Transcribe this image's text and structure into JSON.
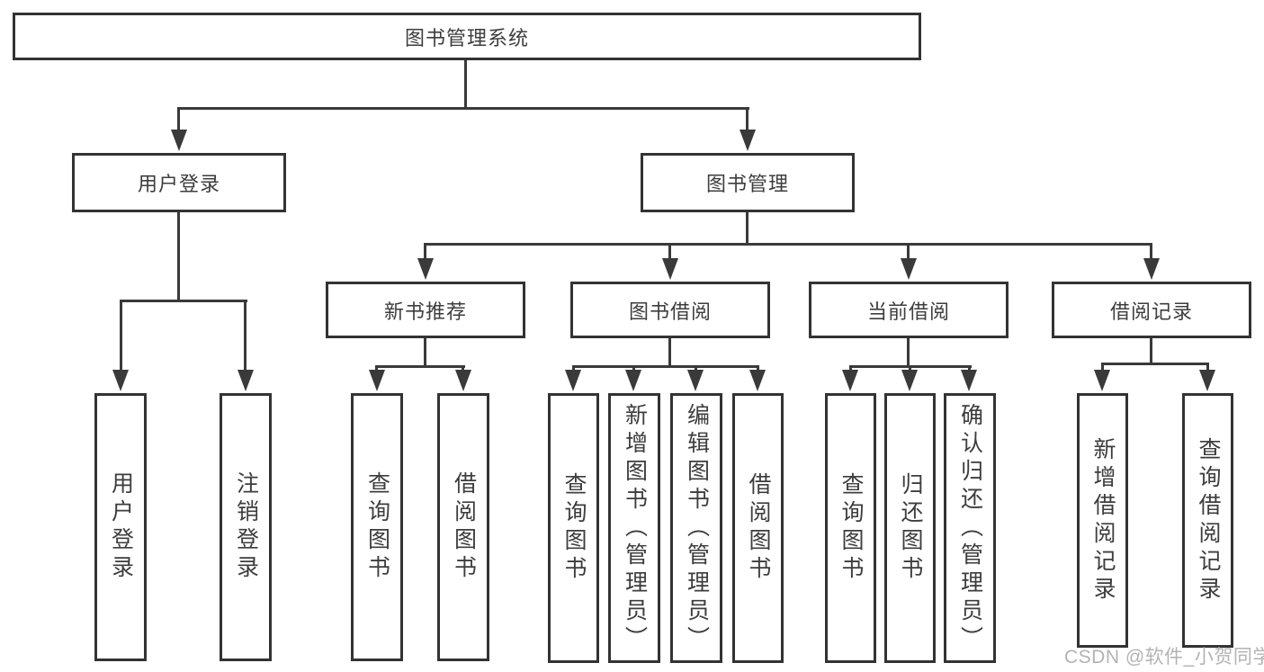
{
  "tree": {
    "root": {
      "label": "图书管理系统"
    },
    "branches": [
      {
        "label": "用户登录",
        "children": [
          {
            "label": "用户登录"
          },
          {
            "label": "注销登录"
          }
        ]
      },
      {
        "label": "图书管理",
        "sections": [
          {
            "label": "新书推荐",
            "children": [
              {
                "label": "查询图书"
              },
              {
                "label": "借阅图书"
              }
            ]
          },
          {
            "label": "图书借阅",
            "children": [
              {
                "label": "查询图书"
              },
              {
                "label": "新增图书（管理员）"
              },
              {
                "label": "编辑图书（管理员）"
              },
              {
                "label": "借阅图书"
              }
            ]
          },
          {
            "label": "当前借阅",
            "children": [
              {
                "label": "查询图书"
              },
              {
                "label": "归还图书"
              },
              {
                "label": "确认归还（管理员）"
              }
            ]
          },
          {
            "label": "借阅记录",
            "children": [
              {
                "label": "新增借阅记录"
              },
              {
                "label": "查询借阅记录"
              }
            ]
          }
        ]
      }
    ]
  },
  "watermark": {
    "text": "CSDN @软件_小贺同学"
  },
  "colors": {
    "line": "#3a3a3a",
    "border": "#333333",
    "text": "#3d3d3d",
    "watermark": "#b3b3b3",
    "background": "#ffffff"
  }
}
